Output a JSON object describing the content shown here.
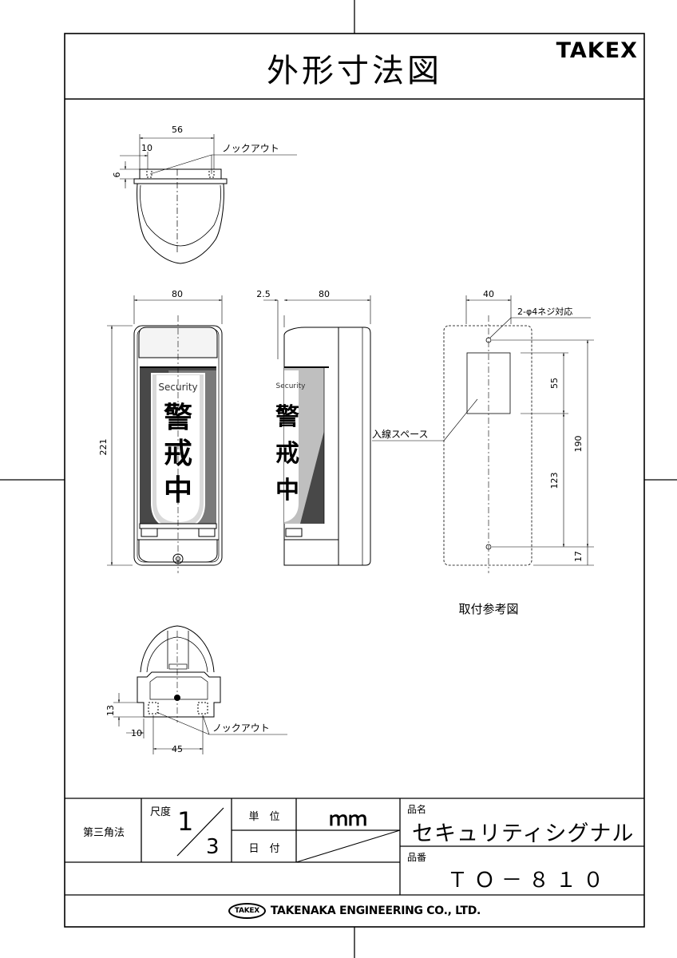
{
  "header": {
    "title": "外形寸法図",
    "brand": "TAKEX"
  },
  "drawing": {
    "top_view": {
      "dim_width": "56",
      "dim_knockout_offset": "10",
      "dim_knockout_depth": "6",
      "knockout_label": "ノックアウト"
    },
    "front_view": {
      "dim_width": "80",
      "dim_height": "221",
      "panel_brand": "Security",
      "panel_text": [
        "警",
        "戒",
        "中"
      ]
    },
    "side_view": {
      "dim_offset": "2.5",
      "dim_depth": "80",
      "panel_brand": "Security"
    },
    "mounting_view": {
      "dim_width": "40",
      "screw_label": "2-φ4ネジ対応",
      "dim_space": "55",
      "dim_pitch_lower": "123",
      "dim_pitch": "190",
      "dim_bottom": "17",
      "wiring_label": "入線スペース",
      "caption": "取付参考図"
    },
    "bottom_view": {
      "dim_knockout_depth": "13",
      "dim_knockout_offset": "10",
      "dim_pitch": "45",
      "knockout_label": "ノックアウト"
    }
  },
  "title_block": {
    "projection": "第三角法",
    "scale_label": "尺度",
    "scale_numerator": "1",
    "scale_denominator": "3",
    "unit_label": "単　位",
    "unit_value": "ｍｍ",
    "date_label": "日　付",
    "product_name_label": "品名",
    "product_name": "セキュリティシグナル",
    "product_code_label": "品番",
    "product_code": "ＴＯ－８１０"
  },
  "footer": {
    "logo_text": "TAKEX",
    "company": "TAKENAKA ENGINEERING CO., LTD."
  }
}
